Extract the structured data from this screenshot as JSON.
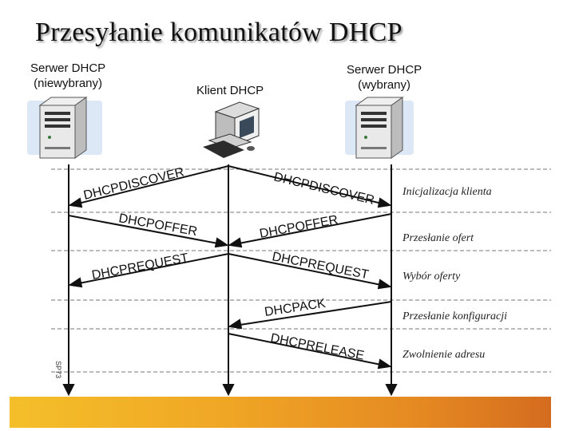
{
  "title": "Przesyłanie komunikatów DHCP",
  "devices": {
    "server_left": {
      "line1": "Serwer DHCP",
      "line2": "(niewybrany)"
    },
    "client": {
      "line1": "Klient DHCP"
    },
    "server_right": {
      "line1": "Serwer DHCP",
      "line2": "(wybrany)"
    }
  },
  "messages": {
    "discover_left": "DHCPDISCOVER",
    "discover_right": "DHCPDISCOVER",
    "offer_left": "DHCPOFFER",
    "offer_right": "DHCPOFFER",
    "request_left": "DHCPREQUEST",
    "request_right": "DHCPREQUEST",
    "ack": "DHCPACK",
    "release": "DHCPRELEASE"
  },
  "phases": [
    "Inicjalizacja klienta",
    "Przesłanie ofert",
    "Wybór oferty",
    "Przesłanie konfiguracji",
    "Zwolnienie adresu"
  ],
  "side_code": "SP73",
  "colors": {
    "bar_start": "#f4bf2a",
    "bar_end": "#d46c1f",
    "server_blue": "#cfe0f2"
  }
}
